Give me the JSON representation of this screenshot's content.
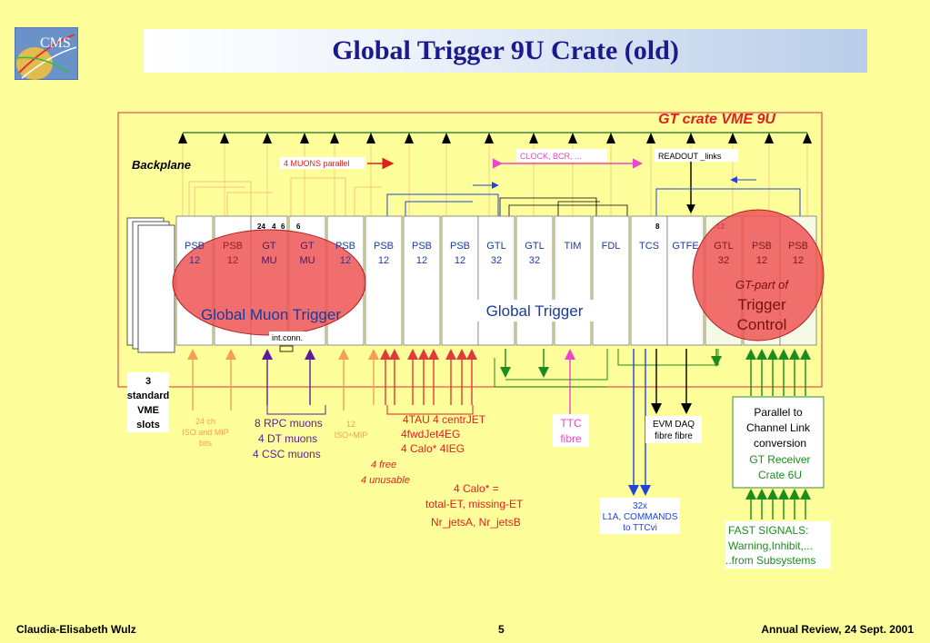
{
  "slide": {
    "title": "Global Trigger 9U Crate (old)",
    "logo_text": "CMS",
    "footer_left": "Claudia-Elisabeth Wulz",
    "footer_center": "5",
    "footer_right": "Annual Review, 24 Sept. 2001"
  },
  "crate": {
    "label": "GT crate  VME 9U",
    "backplane": "Backplane",
    "muons_parallel": "4  MUONS parallel",
    "clock": "CLOCK,  BCR, ...",
    "readout": "READOUT _links",
    "intconn": "int.conn.",
    "vme_slots": [
      "3",
      "standard",
      "VME",
      "slots"
    ]
  },
  "boards": [
    {
      "top": "PSB",
      "bottom": "12",
      "color": "#1c3c9c"
    },
    {
      "top": "PSB",
      "bottom": "12",
      "color": "#9c1c1c"
    },
    {
      "top": "GT",
      "bottom": "MU",
      "color": "#3c1c6c"
    },
    {
      "top": "GT",
      "bottom": "MU",
      "color": "#3c1c6c"
    },
    {
      "top": "PSB",
      "bottom": "12",
      "color": "#1c3c9c"
    },
    {
      "top": "PSB",
      "bottom": "12",
      "color": "#1c3c9c"
    },
    {
      "top": "PSB",
      "bottom": "12",
      "color": "#1c3c9c"
    },
    {
      "top": "PSB",
      "bottom": "12",
      "color": "#1c3c9c"
    },
    {
      "top": "GTL",
      "bottom": "32",
      "color": "#1c3c9c"
    },
    {
      "top": "GTL",
      "bottom": "32",
      "color": "#1c3c9c"
    },
    {
      "top": "TIM",
      "bottom": "",
      "color": "#1c3c9c"
    },
    {
      "top": "FDL",
      "bottom": "",
      "color": "#1c3c9c"
    },
    {
      "top": "TCS",
      "bottom": "",
      "color": "#1c3c9c"
    },
    {
      "top": "GTFE",
      "bottom": "",
      "color": "#1c3c9c"
    },
    {
      "top": "GTL",
      "bottom": "32",
      "color": "#7c1c1c"
    },
    {
      "top": "PSB",
      "bottom": "12",
      "color": "#7c1c1c"
    },
    {
      "top": "PSB",
      "bottom": "12",
      "color": "#7c1c1c"
    }
  ],
  "small_numbers": {
    "n24": "24",
    "n4": "4",
    "n6a": "6",
    "n6b": "6",
    "n8": "8",
    "n12": "12"
  },
  "regions": {
    "muon": "Global Muon Trigger",
    "global": "Global Trigger",
    "tc_1": "GT-part  of",
    "tc_2": "Trigger",
    "tc_3": "Control"
  },
  "inputs": {
    "ch24": [
      "24  ch",
      "ISO and MIP",
      "bits"
    ],
    "iso12": [
      "12",
      "ISO+MIP"
    ],
    "muons": [
      "8 RPC muons",
      "4  DT muons",
      "4  CSC muons"
    ],
    "free": [
      "4 free",
      "4  unusable"
    ],
    "calo": [
      "4TAU    4  centrJET",
      "4fwdJet4EG",
      "4 Calo*   4IEG"
    ],
    "calo2": [
      "4  Calo* =",
      "total-ET, missing-ET",
      "Nr_jetsA,  Nr_jetsB"
    ],
    "ttc": [
      "TTC",
      "fibre"
    ],
    "evm": [
      "EVM  DAQ",
      "fibre  fibre"
    ],
    "l1a": [
      "32x",
      "L1A,  COMMANDS",
      "to TTCvi"
    ],
    "parallel": [
      "Parallel  to",
      "Channel Link",
      "conversion"
    ],
    "receiver": [
      "GT Receiver",
      "Crate  6U"
    ],
    "fast": [
      "FAST SIGNALS:",
      "Warning,Inhibit,...",
      "..from  Subsystems"
    ]
  },
  "colors": {
    "muon_red": "#ee5555",
    "tc_red": "#ee5555",
    "arrow_green": "#1c8c1c",
    "arrow_pink": "#ee44cc",
    "arrow_blue": "#2244dd",
    "arrow_orange": "#f4a050",
    "arrow_purple": "#5a1c9c",
    "arrow_red": "#e03a3a",
    "navy": "#1a1a8c"
  }
}
